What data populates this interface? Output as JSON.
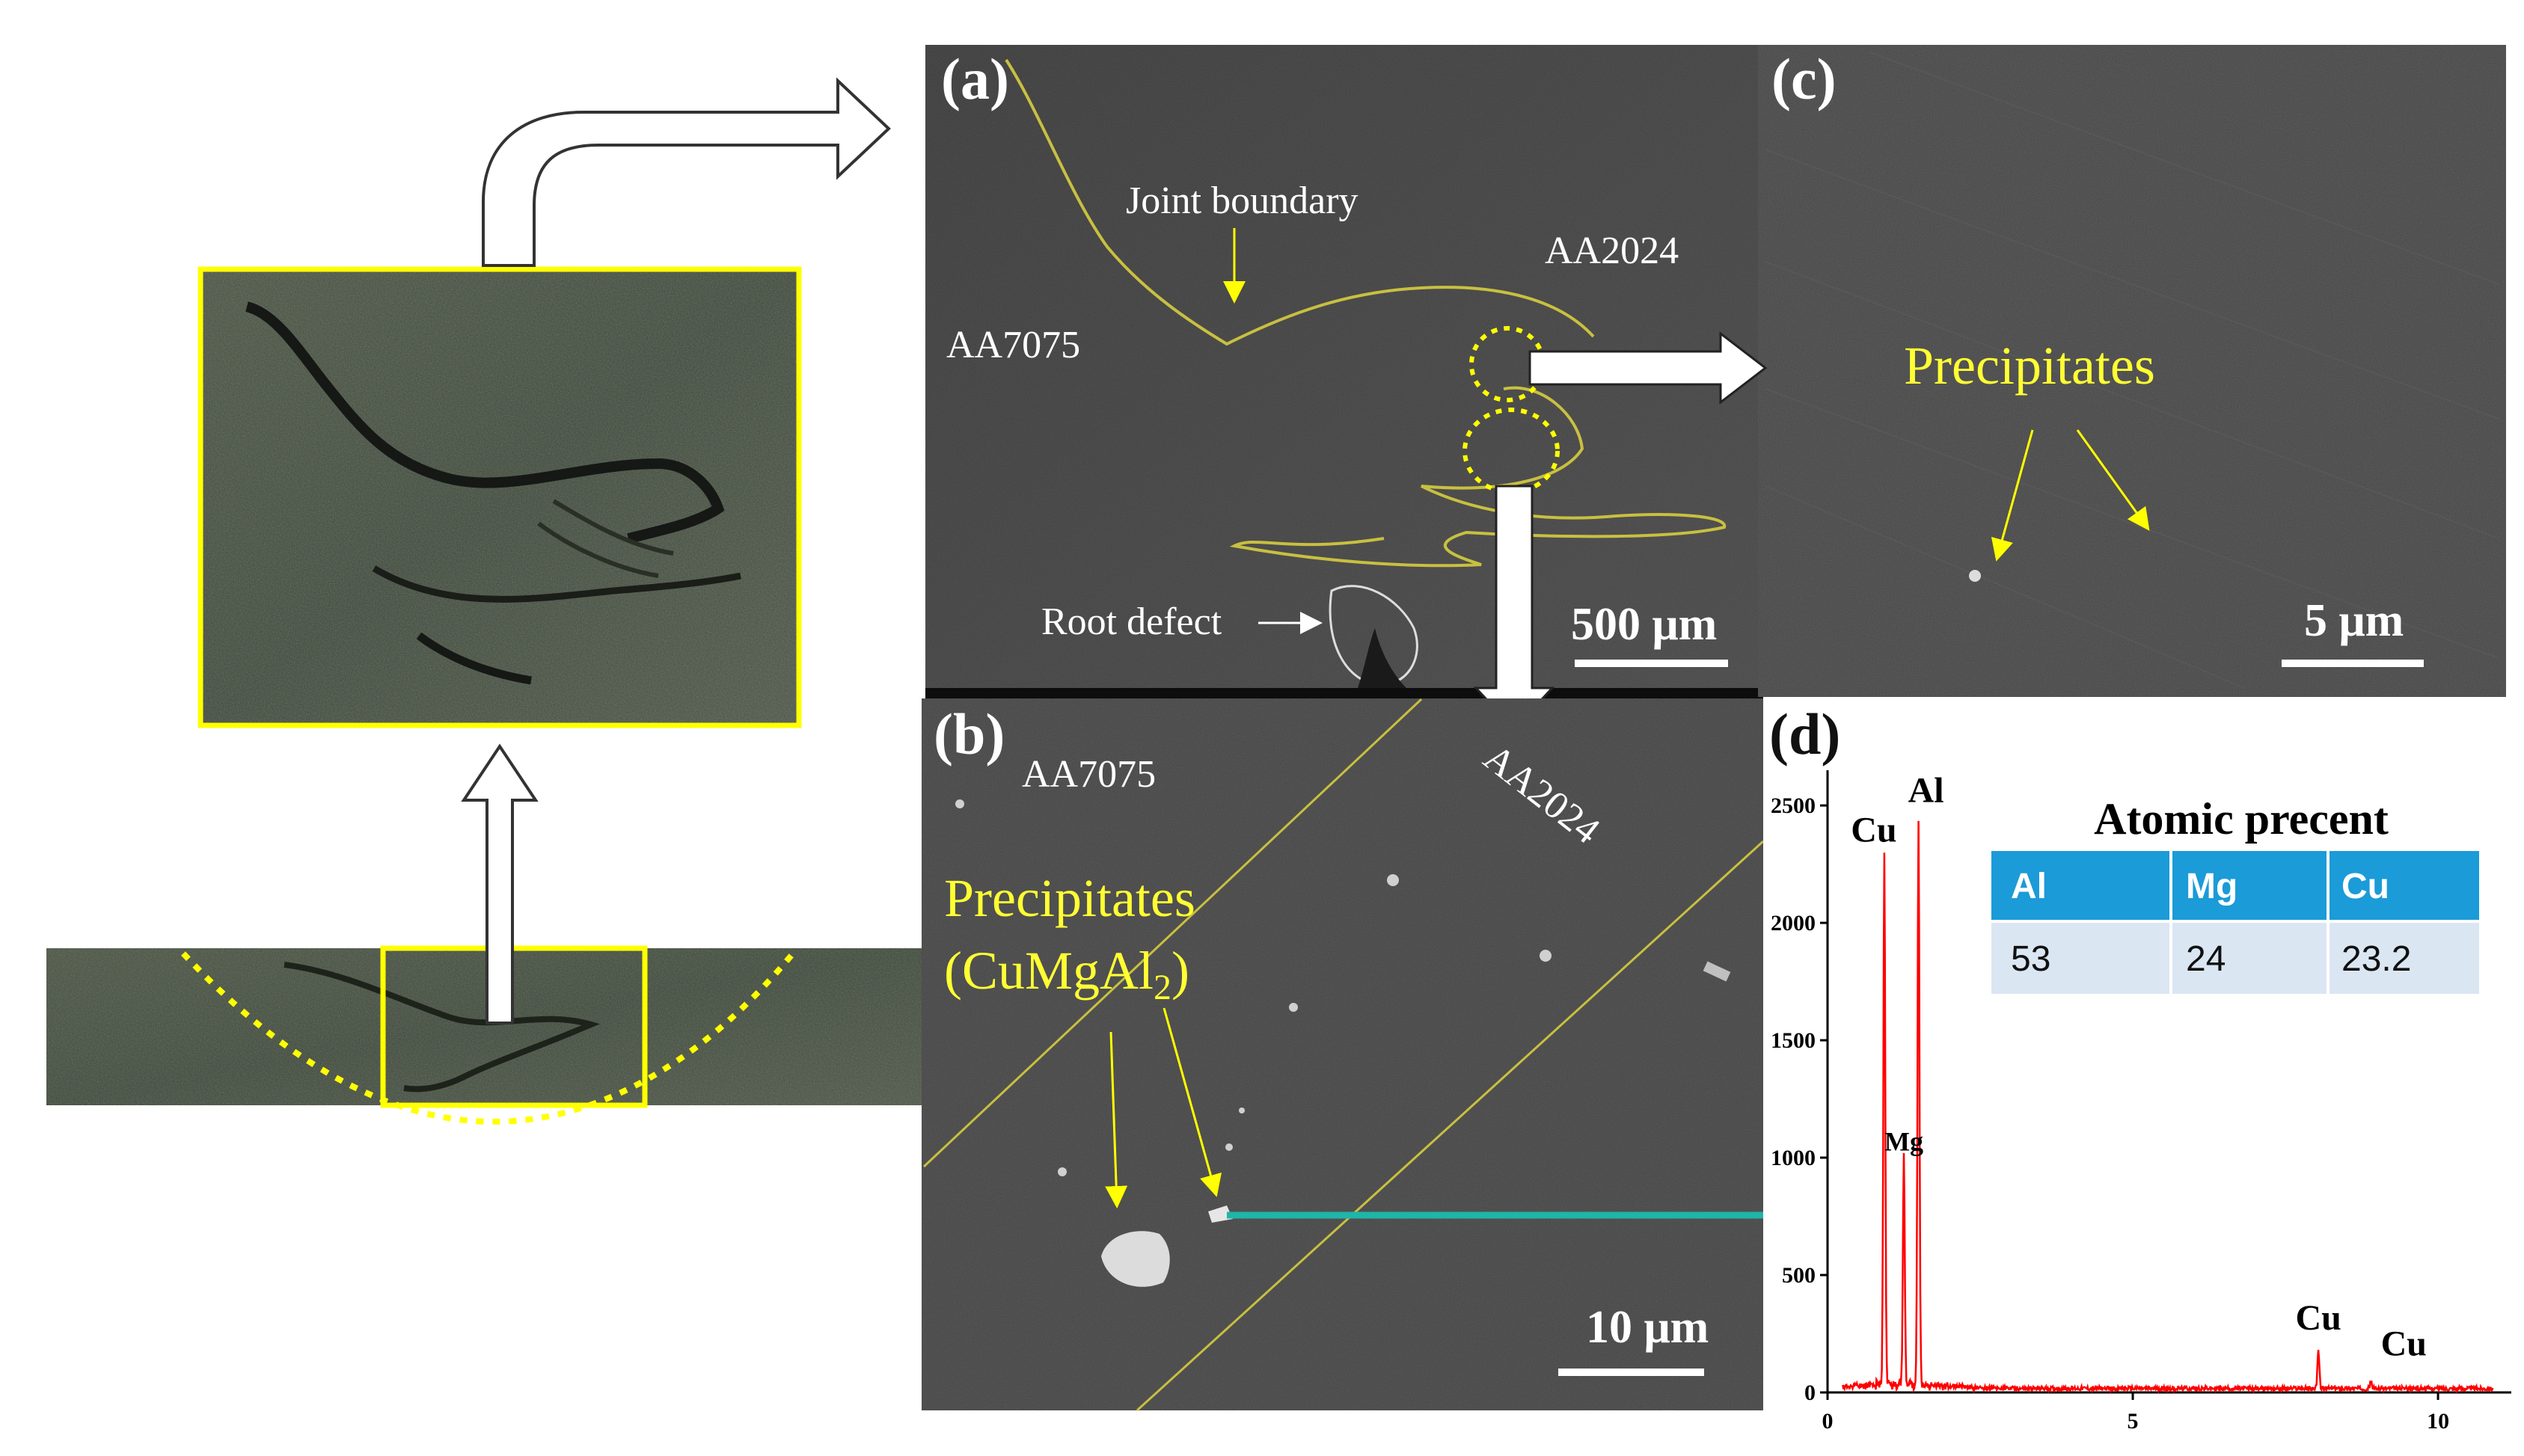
{
  "panels": {
    "a": {
      "label": "(a)",
      "texts": {
        "joint_boundary": "Joint boundary",
        "aa2024": "AA2024",
        "aa7075": "AA7075",
        "root_defect": "Root defect"
      },
      "scale_bar": "500 μm"
    },
    "b": {
      "label": "(b)",
      "texts": {
        "aa7075": "AA7075",
        "aa2024": "AA2024",
        "precipitates": "Precipitates",
        "formula_open": "(CuMgAl",
        "formula_sub": "2",
        "formula_close": ")"
      },
      "scale_bar": "10 μm"
    },
    "c": {
      "label": "(c)",
      "texts": {
        "precipitates": "Precipitates"
      },
      "scale_bar": "5 μm"
    },
    "d": {
      "label": "(d)",
      "table": {
        "title": "Atomic precent",
        "headers": [
          "Al",
          "Mg",
          "Cu"
        ],
        "values": [
          "53",
          "24",
          "23.2"
        ],
        "header_color": "#1b9bd8",
        "row_color": "#dbe6f3"
      }
    }
  },
  "chart_data": {
    "type": "line",
    "title": "",
    "xlabel": "",
    "ylabel": "",
    "xlim": [
      0,
      11.2
    ],
    "ylim": [
      0,
      2650
    ],
    "xticks": [
      0,
      5,
      10
    ],
    "yticks": [
      0,
      500,
      1000,
      1500,
      2000,
      2500
    ],
    "line_color": "#ff0000",
    "grid": false,
    "peaks": [
      {
        "element": "Cu",
        "x": 0.93,
        "y": 2250
      },
      {
        "element": "Mg",
        "x": 1.25,
        "y": 960
      },
      {
        "element": "Al",
        "x": 1.49,
        "y": 2400
      },
      {
        "element": "Cu",
        "x": 8.04,
        "y": 160
      },
      {
        "element": "Cu",
        "x": 8.9,
        "y": 30
      }
    ]
  },
  "colors": {
    "sem_background": "#3c3c3c",
    "boundary_line": "#c8c040",
    "highlight_yellow": "#ffff00",
    "arrow_teal": "#1fb5a8"
  }
}
